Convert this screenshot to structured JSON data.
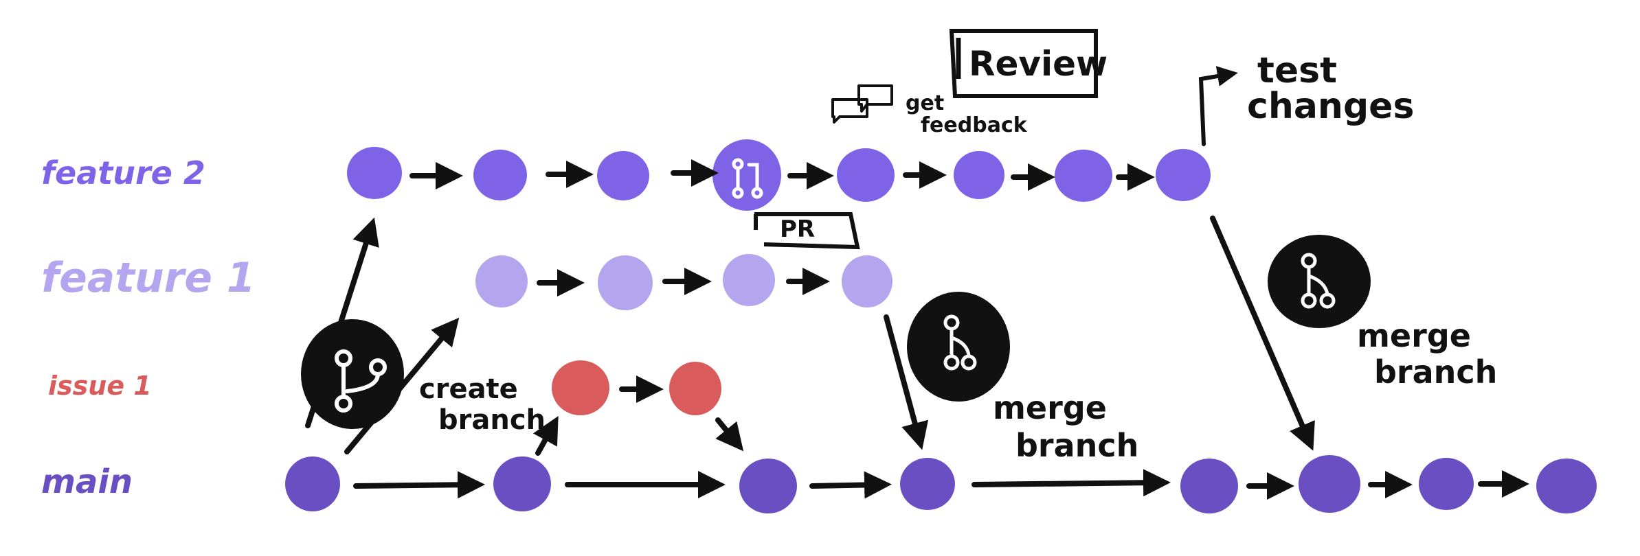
{
  "colors": {
    "feature2": "#7F63E6",
    "feature1": "#B3A6EE",
    "issue": "#D95B5B",
    "main": "#6A4FC3",
    "ink": "#111111",
    "background": "#FFFFFF"
  },
  "lanes": {
    "feature2": "feature 2",
    "feature1": "feature 1",
    "issue": "issue 1",
    "main": "main"
  },
  "annotations": {
    "review": "Review",
    "get_feedback": [
      "get",
      "feedback"
    ],
    "pr": "PR",
    "test_changes": [
      "test",
      "changes"
    ],
    "create_branch": [
      "create",
      "branch"
    ],
    "merge_branch": [
      "merge",
      "branch"
    ]
  },
  "icons": {
    "create_branch_badge": "git-branch-icon",
    "merge_badge": "git-merge-icon",
    "pull_request_node": "git-pull-request-icon",
    "feedback": "chat-bubbles-icon"
  }
}
